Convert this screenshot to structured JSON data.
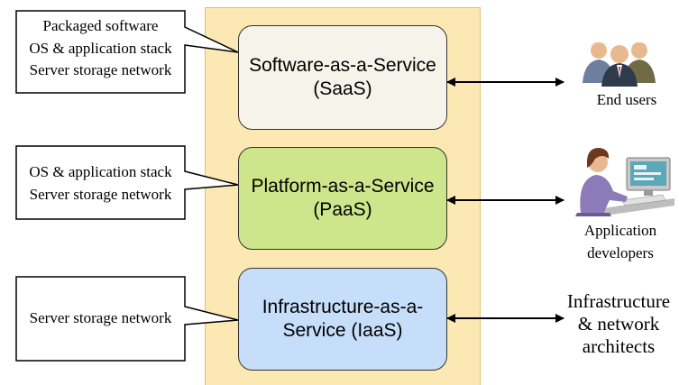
{
  "layers": [
    {
      "label": "Software-as-a-Service (SaaS)",
      "fill": "#f6f3ea"
    },
    {
      "label": "Platform-as-a-Service (PaaS)",
      "fill": "#cde58b"
    },
    {
      "label": "Infrastructure-as-a-Service (IaaS)",
      "fill": "#c7defa"
    }
  ],
  "callouts": [
    {
      "lines": [
        "Packaged software",
        "OS & application stack",
        "Server storage network"
      ]
    },
    {
      "lines": [
        "OS & application stack",
        "Server storage network"
      ]
    },
    {
      "lines": [
        "Server storage network"
      ]
    }
  ],
  "users": {
    "saas": "End users",
    "paas_line1": "Application",
    "paas_line2": "developers",
    "iaas_line1": "Infrastructure",
    "iaas_line2": "& network",
    "iaas_line3": "architects"
  },
  "icons": {
    "saas": "people-group-icon",
    "paas": "developer-at-computer-icon"
  },
  "colors": {
    "panel": "#fbe8b3",
    "border": "#333333"
  }
}
